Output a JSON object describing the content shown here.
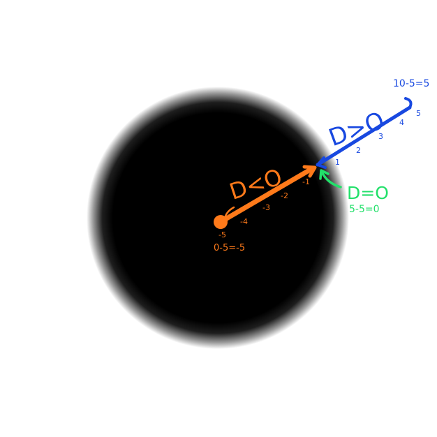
{
  "colors": {
    "background": "#ffffff",
    "disc": "#000000",
    "inside": "#ff7a1a",
    "outside": "#1848e0",
    "boundary": "#22e06a"
  },
  "inside": {
    "label": "D<O",
    "ticks": [
      "-5",
      "-4",
      "-3",
      "-2",
      "-1"
    ],
    "equation": "0-5=-5"
  },
  "outside": {
    "label": "D>O",
    "ticks": [
      "1",
      "2",
      "3",
      "4",
      "5"
    ],
    "equation": "10-5=5"
  },
  "boundary": {
    "label": "D=O",
    "equation": "5-5=0"
  }
}
